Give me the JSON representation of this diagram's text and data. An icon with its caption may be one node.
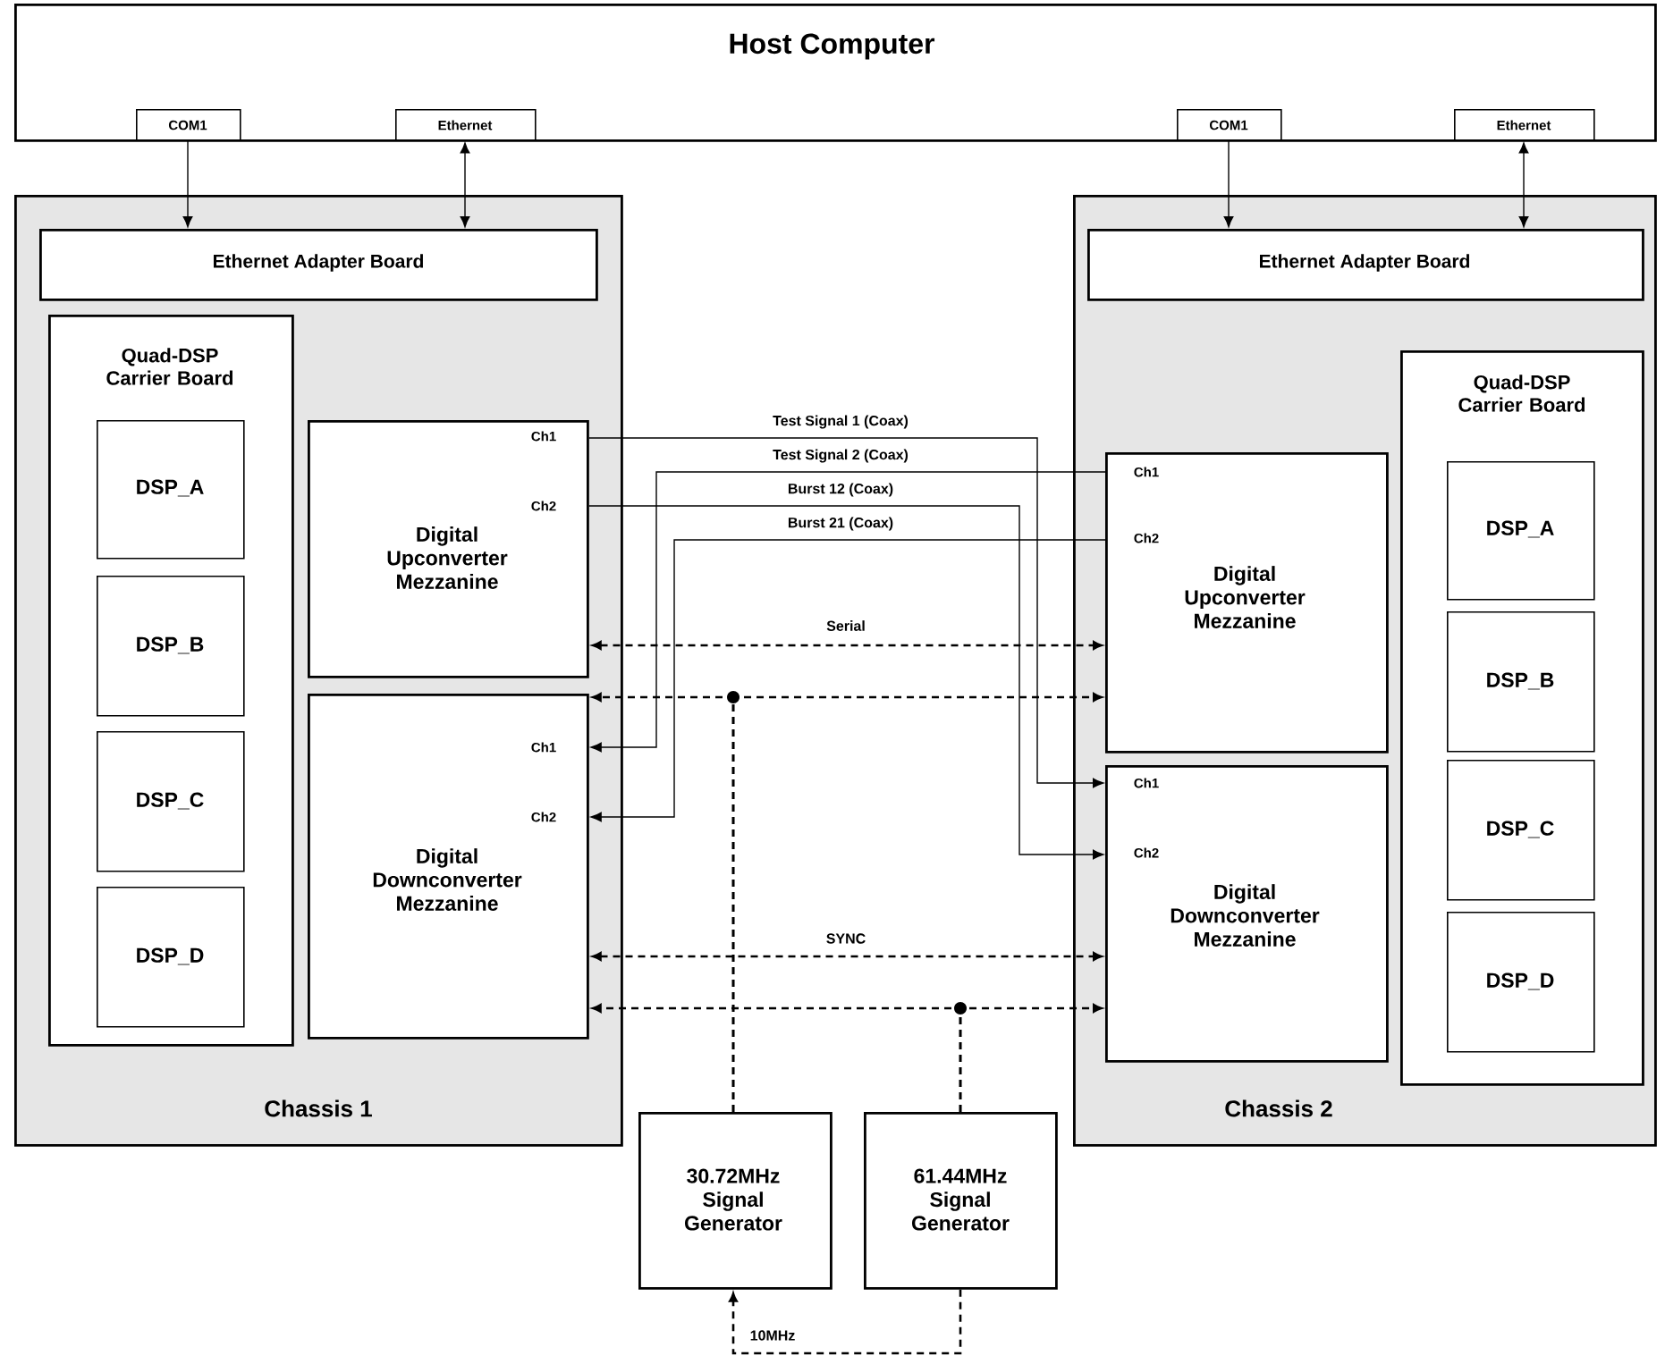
{
  "diagram": {
    "nodes": [
      {
        "text": [
          "Host Computer"
        ]
      },
      {
        "text": [
          "COM1"
        ],
        "in": 0
      },
      {
        "text": [
          "Ethernet"
        ],
        "in": 0
      },
      {
        "text": [
          "COM1"
        ],
        "in": 0
      },
      {
        "text": [
          "Ethernet"
        ],
        "in": 0
      },
      {
        "text": [
          "Chassis 1"
        ]
      },
      {
        "text": [
          "Ethernet Adapter Board"
        ],
        "in": 5
      },
      {
        "text": [
          "Quad-DSP Carrier Board"
        ],
        "in": 5
      },
      {
        "text": [
          "DSP_A"
        ],
        "in": 7
      },
      {
        "text": [
          "DSP_B"
        ],
        "in": 7
      },
      {
        "text": [
          "DSP_C"
        ],
        "in": 7
      },
      {
        "text": [
          "DSP_D"
        ],
        "in": 7
      },
      {
        "text": [
          "Ch1",
          "Ch2",
          "Digital Upconverter Mezzanine"
        ],
        "in": 5
      },
      {
        "text": [
          "Ch1",
          "Ch2",
          "Digital Downconverter Mezzanine"
        ],
        "in": 5
      },
      {
        "text": [
          "Chassis 2"
        ]
      },
      {
        "text": [
          "Ethernet Adapter Board"
        ],
        "in": 14
      },
      {
        "text": [
          "Ch1",
          "Ch2",
          "Digital Upconverter Mezzanine"
        ],
        "in": 14
      },
      {
        "text": [
          "Ch1",
          "Ch2",
          "Digital Downconverter Mezzanine"
        ],
        "in": 14
      },
      {
        "text": [
          "Quad-DSP Carrier Board"
        ],
        "in": 14
      },
      {
        "text": [
          "DSP_A"
        ],
        "in": 18
      },
      {
        "text": [
          "DSP_B"
        ],
        "in": 18
      },
      {
        "text": [
          "DSP_C"
        ],
        "in": 18
      },
      {
        "text": [
          "DSP_D"
        ],
        "in": 18
      },
      {
        "text": [
          "30.72MHz Signal Generator"
        ]
      },
      {
        "text": [
          "61.44MHz Signal Generator"
        ]
      }
    ],
    "edges": [
      {
        "from": 1,
        "to": 6,
        "arrow": "to"
      },
      {
        "from": 2,
        "to": 6,
        "arrow": "both"
      },
      {
        "from": 3,
        "to": 15,
        "arrow": "to"
      },
      {
        "from": 4,
        "to": 15,
        "arrow": "both"
      },
      {
        "from": 12,
        "to": 17,
        "arrow": "to",
        "label": "Test Signal 1 (Coax)"
      },
      {
        "from": 16,
        "to": 13,
        "arrow": "to",
        "label": "Test Signal 2 (Coax)"
      },
      {
        "from": 12,
        "to": 17,
        "arrow": "to",
        "label": "Burst 12 (Coax)"
      },
      {
        "from": 16,
        "to": 13,
        "arrow": "to",
        "label": "Burst 21 (Coax)"
      },
      {
        "from": 12,
        "to": 16,
        "arrow": "both",
        "style": "dashed",
        "label": "Serial"
      },
      {
        "from": 23,
        "to": 12,
        "arrow": "to",
        "style": "dashed"
      },
      {
        "from": 23,
        "to": 16,
        "arrow": "to",
        "style": "dashed"
      },
      {
        "from": 13,
        "to": 17,
        "arrow": "both",
        "style": "dashed",
        "label": "SYNC"
      },
      {
        "from": 24,
        "to": 13,
        "arrow": "to",
        "style": "dashed"
      },
      {
        "from": 24,
        "to": 17,
        "arrow": "to",
        "style": "dashed"
      },
      {
        "from": 24,
        "to": 23,
        "arrow": "to",
        "style": "dashed",
        "label": "10MHz"
      }
    ]
  }
}
